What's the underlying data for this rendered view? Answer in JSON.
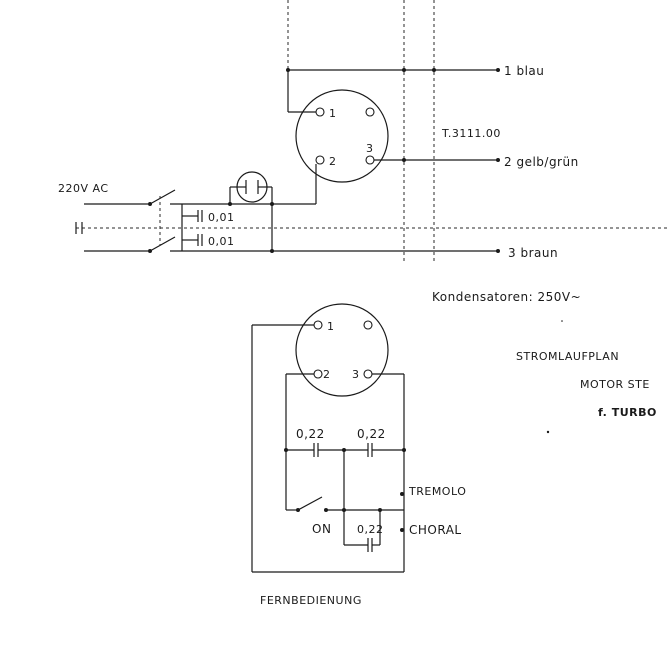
{
  "labels": {
    "wire_1": "1 blau",
    "wire_2": "2 gelb/grün",
    "wire_3": "3 braun",
    "part_no": "T.3111.00",
    "supply": "220V AC",
    "cap_top": "0,01",
    "cap_bottom": "0,01",
    "capacitors_note": "Kondensatoren: 250V~",
    "plan_line_1": "STROMLAUFPLAN",
    "plan_line_2": "MOTOR STE",
    "plan_line_3": "f. TURBO",
    "cap_left": "0,22",
    "cap_right": "0,22",
    "cap_choral": "0,22",
    "tremolo": "TREMOLO",
    "choral": "CHORAL",
    "on": "ON",
    "remote": "FERNBEDIENUNG"
  },
  "connector_top": {
    "pins": [
      "1",
      "2",
      "3"
    ]
  },
  "connector_bottom": {
    "pins": [
      "1",
      "2",
      "3"
    ]
  }
}
